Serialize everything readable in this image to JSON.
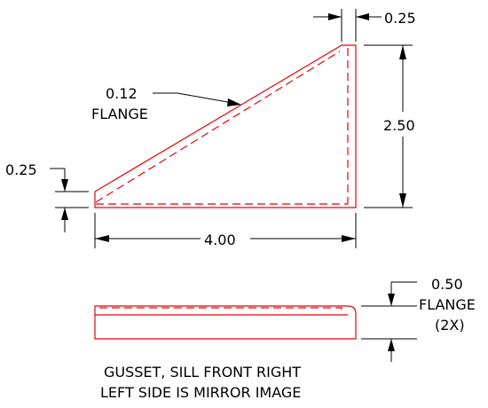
{
  "colors": {
    "part_outline": "#e8000b",
    "dimension": "#000000",
    "background": "#ffffff"
  },
  "dimensions": {
    "flange_thickness_label": "0.12",
    "flange_word": "FLANGE",
    "top_width": "0.25",
    "height": "2.50",
    "left_height": "0.25",
    "length": "4.00",
    "flange_width": "0.50",
    "flange_word_2": "FLANGE",
    "flange_qty": "(2X)"
  },
  "caption": {
    "line1": "GUSSET, SILL FRONT RIGHT",
    "line2": "LEFT SIDE IS MIRROR IMAGE"
  }
}
